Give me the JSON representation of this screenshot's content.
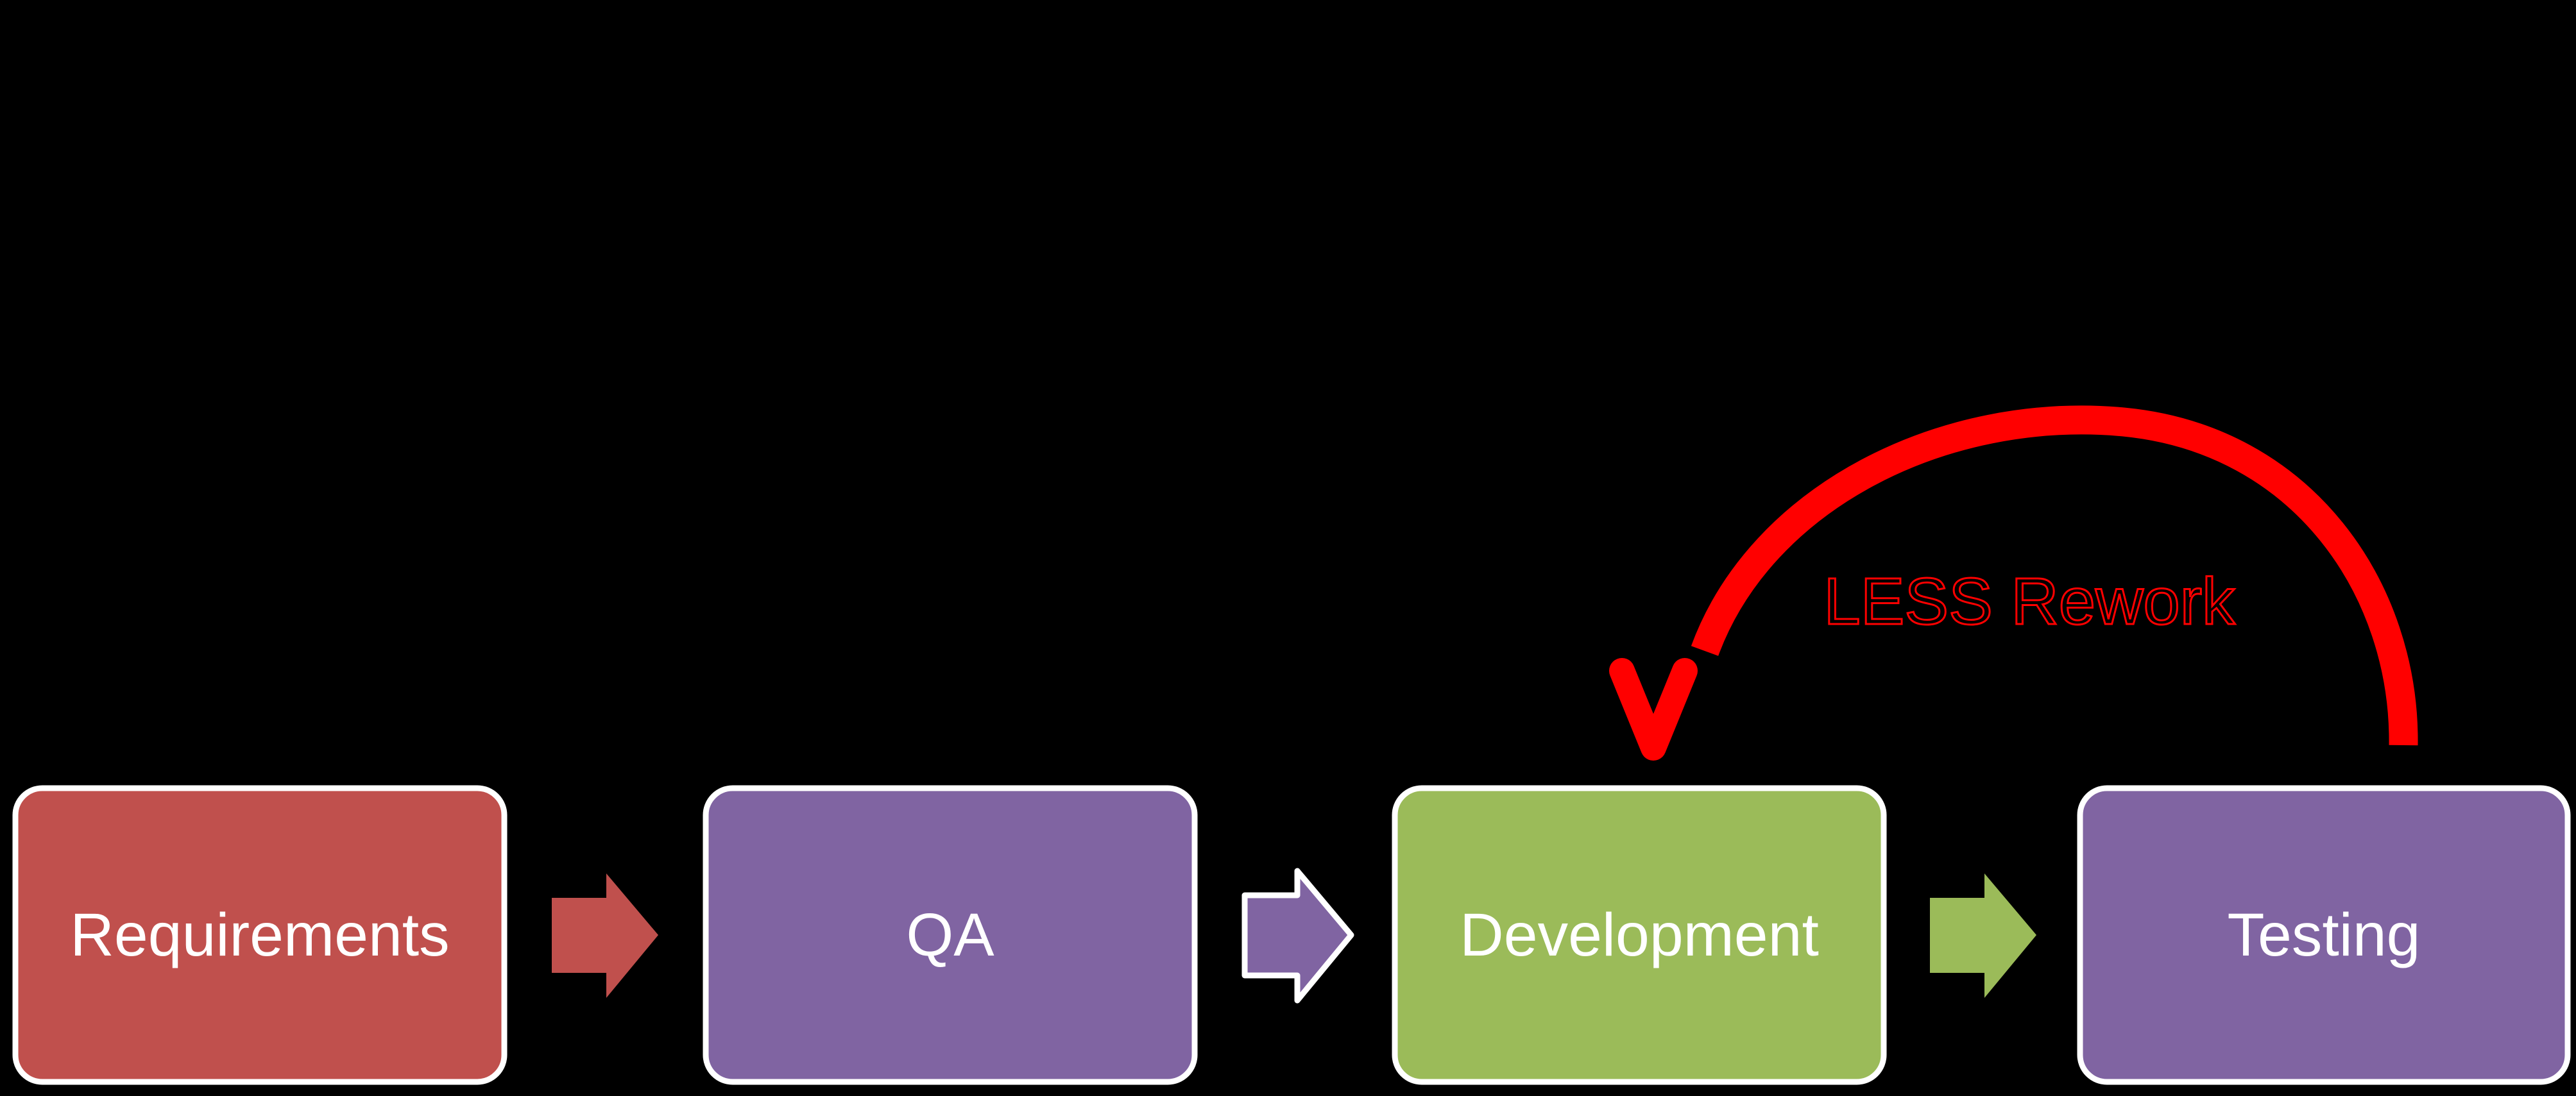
{
  "canvas": {
    "background": "#000000"
  },
  "diagram": {
    "nodes": [
      {
        "id": "requirements",
        "label": "Requirements",
        "fill": "#c0504d",
        "border": "#ffffff",
        "text_color": "#ffffff"
      },
      {
        "id": "qa",
        "label": "QA",
        "fill": "#8064a2",
        "border": "#ffffff",
        "text_color": "#ffffff"
      },
      {
        "id": "development",
        "label": "Development",
        "fill": "#9bbb59",
        "border": "#ffffff",
        "text_color": "#ffffff"
      },
      {
        "id": "testing",
        "label": "Testing",
        "fill": "#8064a2",
        "border": "#ffffff",
        "text_color": "#ffffff"
      }
    ],
    "connectors": [
      {
        "id": "requirements-to-qa",
        "type": "block-arrow",
        "fill": "#c0504d"
      },
      {
        "id": "qa-to-development",
        "type": "block-arrow",
        "fill": "#8064a2",
        "outline": "#ffffff"
      },
      {
        "id": "development-to-testing",
        "type": "block-arrow",
        "fill": "#9bbb59"
      },
      {
        "id": "testing-to-development",
        "type": "curved-arrow",
        "stroke": "#ff0000",
        "label": "LESS Rework"
      }
    ]
  }
}
